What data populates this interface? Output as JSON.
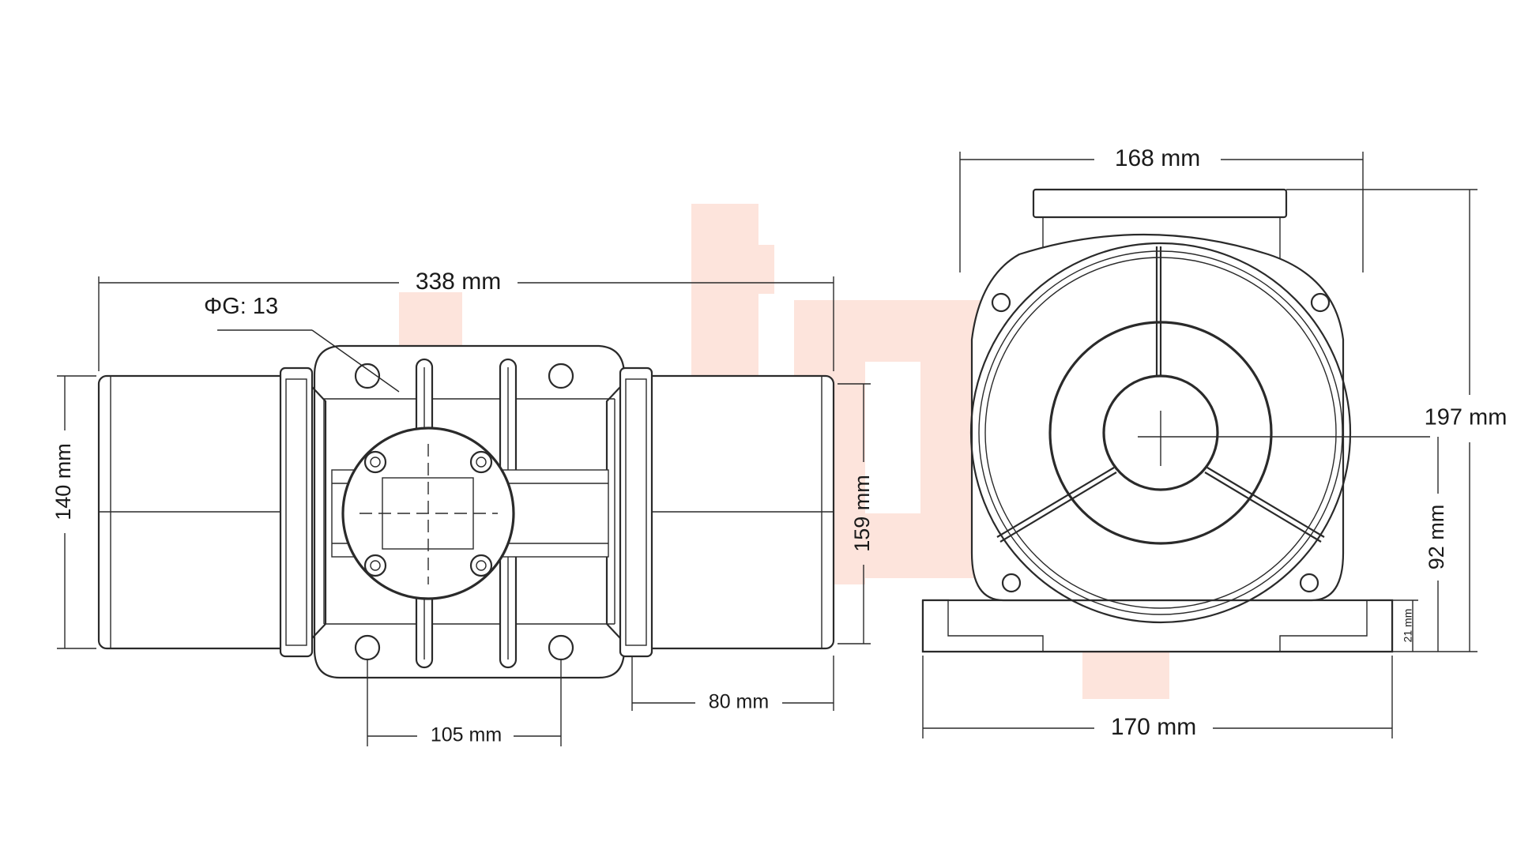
{
  "colors": {
    "watermark": "#fde4dc",
    "line": "#2a2a2a",
    "text": "#1a1a1a",
    "background": "#ffffff"
  },
  "side_view": {
    "overall_length": "338 mm",
    "hole_diameter": "ΦG: 13",
    "height": "140 mm",
    "body_height": "159 mm",
    "end_length": "80 mm",
    "hole_spacing": "105 mm"
  },
  "front_view": {
    "top_width": "168 mm",
    "total_height": "197 mm",
    "center_height": "92 mm",
    "base_height": "21 mm",
    "base_width": "170 mm"
  }
}
